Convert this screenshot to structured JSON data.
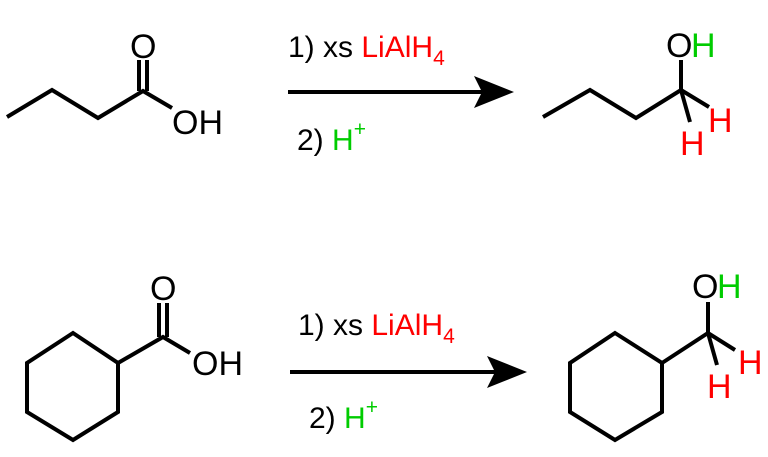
{
  "colors": {
    "black": "#000000",
    "red": "#ff0000",
    "green": "#00cc00"
  },
  "reactions": [
    {
      "reactant": {
        "carbonyl_o": "O",
        "hydroxyl": "OH"
      },
      "step1": {
        "prefix": "1) xs ",
        "reagent": "LiAlH",
        "subscript": "4"
      },
      "step2": {
        "prefix": "2) ",
        "reagent": "H",
        "superscript": "+"
      },
      "product": {
        "o": "O",
        "oh_h": "H",
        "h1": "H",
        "h2": "H"
      }
    },
    {
      "reactant": {
        "carbonyl_o": "O",
        "hydroxyl": "OH"
      },
      "step1": {
        "prefix": "1) xs ",
        "reagent": "LiAlH",
        "subscript": "4"
      },
      "step2": {
        "prefix": "2) ",
        "reagent": "H",
        "superscript": "+"
      },
      "product": {
        "o": "O",
        "oh_h": "H",
        "h1": "H",
        "h2": "H"
      }
    }
  ]
}
